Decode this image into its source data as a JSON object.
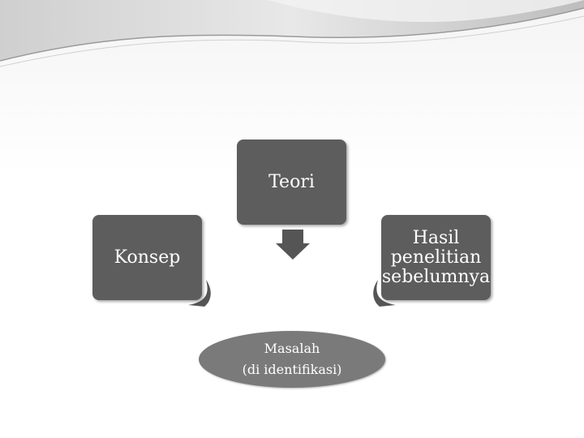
{
  "diagram": {
    "top_box": {
      "label": "Teori"
    },
    "left_box": {
      "label": "Konsep"
    },
    "right_box": {
      "label": "Hasil\npenelitian\nsebelumnya"
    },
    "bottom_oval": {
      "line1": "Masalah",
      "line2": "(di identifikasi)"
    }
  },
  "colors": {
    "box_fill": "#5d5d5d",
    "oval_fill": "#7a7a7a",
    "arrow_fill": "#555555",
    "text": "#ffffff"
  }
}
